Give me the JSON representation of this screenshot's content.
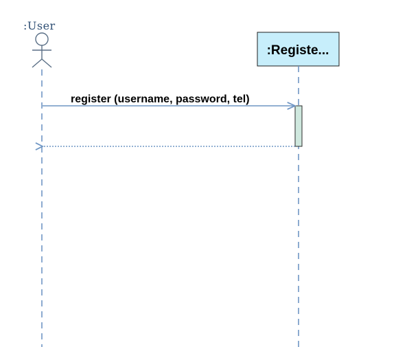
{
  "diagram": {
    "type": "uml-sequence",
    "colors": {
      "lifeline": "#6f96c4",
      "actor_stroke": "#5a6f86",
      "actor_label": "#2f4f74",
      "object_fill": "#c7eefb",
      "object_stroke": "#1d1d1d",
      "activation_fill": "#cfe8de",
      "activation_stroke": "#2a2a2a",
      "message_line": "#6f96c4"
    },
    "actor": {
      "label": ":User",
      "icon": "stick-figure-actor-icon"
    },
    "object": {
      "label": ":Registe..."
    },
    "messages": [
      {
        "label": "register (username, password, tel)",
        "kind": "synchronous-call",
        "from": "actor",
        "to": "object"
      },
      {
        "label": "",
        "kind": "return",
        "from": "object",
        "to": "actor"
      }
    ]
  }
}
